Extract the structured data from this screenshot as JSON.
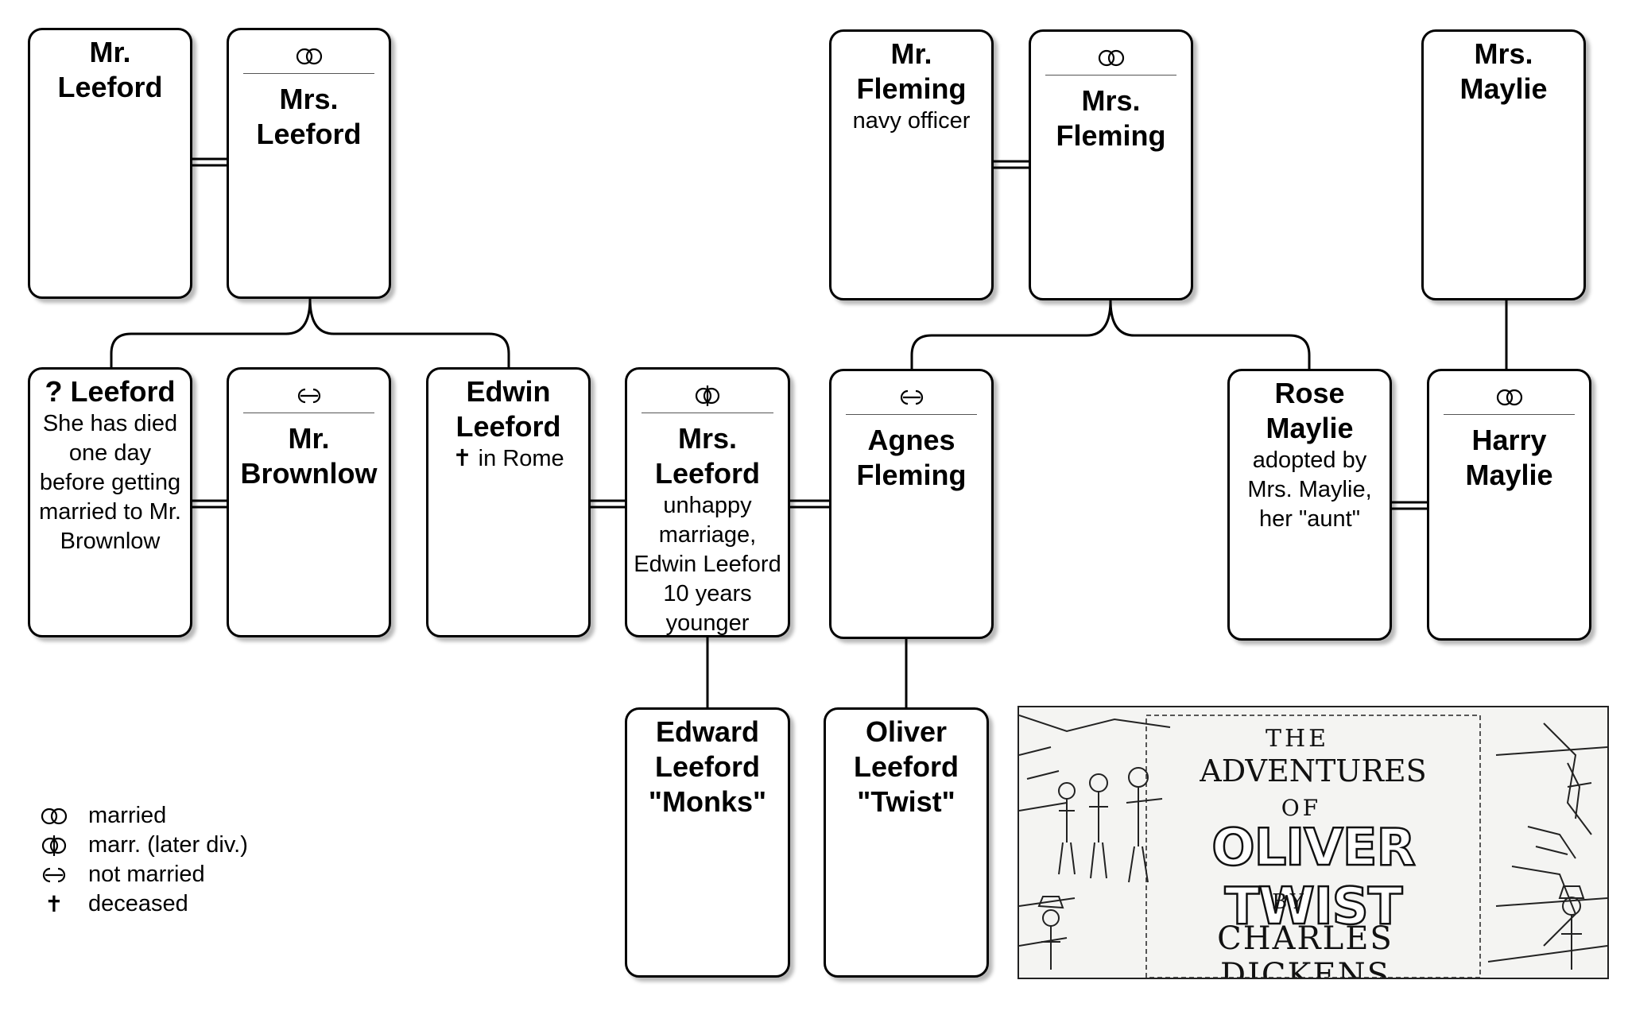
{
  "people": {
    "mr_leeford": {
      "name": "Mr.\nLeeford",
      "note": ""
    },
    "mrs_leeford_elder": {
      "name": "Mrs.\nLeeford",
      "note": ""
    },
    "mr_fleming": {
      "name": "Mr.\nFleming",
      "note": "navy officer"
    },
    "mrs_fleming": {
      "name": "Mrs.\nFleming",
      "note": ""
    },
    "mrs_maylie": {
      "name": "Mrs.\nMaylie",
      "note": ""
    },
    "q_leeford": {
      "name": "? Leeford",
      "note": "She has died\none day\nbefore getting\nmarried to Mr.\nBrownlow"
    },
    "mr_brownlow": {
      "name": "Mr.\nBrownlow",
      "note": ""
    },
    "edwin_leeford": {
      "name": "Edwin\nLeeford",
      "note": "✝ in Rome"
    },
    "mrs_leeford": {
      "name": "Mrs.\nLeeford",
      "note": "unhappy\nmarriage,\nEdwin Leeford\n10 years\nyounger"
    },
    "agnes_fleming": {
      "name": "Agnes\nFleming",
      "note": ""
    },
    "rose_maylie": {
      "name": "Rose\nMaylie",
      "note": "adopted by\nMrs. Maylie,\nher \"aunt\""
    },
    "harry_maylie": {
      "name": "Harry\nMaylie",
      "note": ""
    },
    "edward_leeford": {
      "name": "Edward\nLeeford\n\"Monks\"",
      "note": ""
    },
    "oliver_leeford": {
      "name": "Oliver\nLeeford\n\"Twist\"",
      "note": ""
    }
  },
  "legend": {
    "married": "married",
    "divorced": "marr. (later div.)",
    "not_married": "not married",
    "deceased": "deceased"
  },
  "banner": {
    "the": "THE",
    "adventures": "ADVENTURES",
    "of": "OF",
    "title": "OLIVER TWIST",
    "by": "BY",
    "author": "CHARLES DICKENS"
  },
  "colors": {
    "line": "#000000",
    "card_bg": "#ffffff"
  }
}
